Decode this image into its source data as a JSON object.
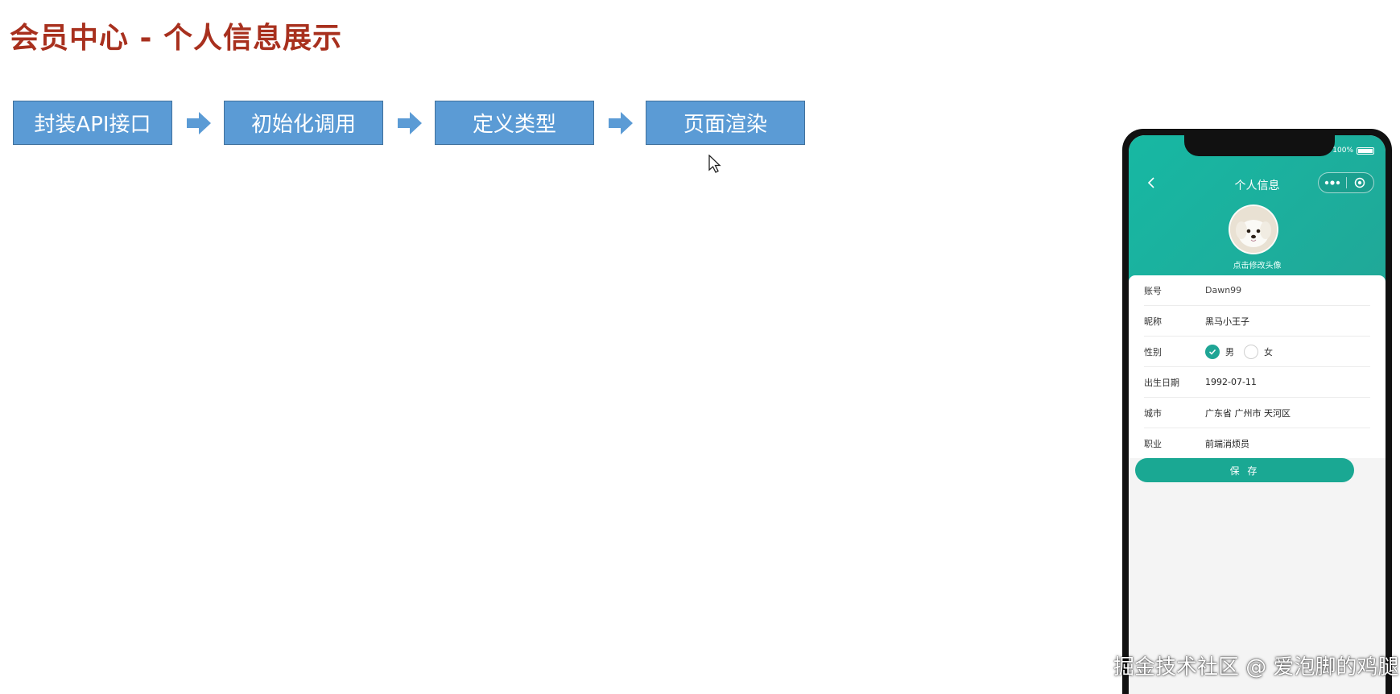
{
  "slide": {
    "title": "会员中心 - 个人信息展示",
    "steps": [
      "封装API接口",
      "初始化调用",
      "定义类型",
      "页面渲染"
    ],
    "accent_color": "#a8301e",
    "step_color": "#5b9bd5"
  },
  "phone": {
    "status": {
      "battery": "100%"
    },
    "nav": {
      "title": "个人信息",
      "back_icon": "chevron-left-icon",
      "menu_icon": "more-dots-icon",
      "close_icon": "target-circle-icon"
    },
    "avatar": {
      "hint": "点击修改头像"
    },
    "form": {
      "account": {
        "label": "账号",
        "value": "Dawn99"
      },
      "nickname": {
        "label": "昵称",
        "value": "黑马小王子"
      },
      "gender": {
        "label": "性别",
        "options": [
          "男",
          "女"
        ],
        "selected": "男"
      },
      "birthday": {
        "label": "出生日期",
        "value": "1992-07-11"
      },
      "city": {
        "label": "城市",
        "value": "广东省 广州市 天河区"
      },
      "job": {
        "label": "职业",
        "value": "前端消烦员"
      }
    },
    "save_label": "保 存",
    "theme_color": "#1aa893"
  },
  "watermark": "掘金技术社区 @ 爱泡脚的鸡腿"
}
